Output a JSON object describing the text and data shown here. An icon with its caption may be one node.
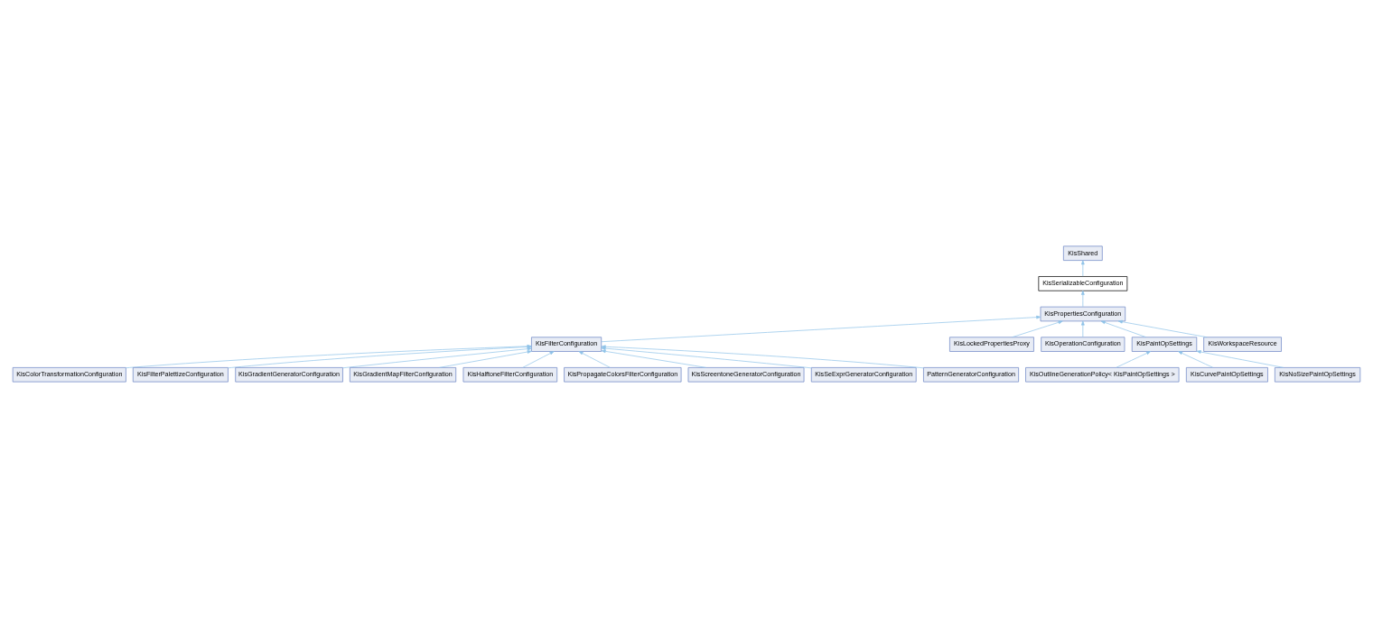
{
  "diagram": {
    "nodes": [
      {
        "text": [
          "KisShared"
        ]
      },
      {
        "text": [
          "KisSerializableConfiguration"
        ]
      },
      {
        "text": [
          "KisPropertiesConfiguration"
        ]
      },
      {
        "text": [
          "KisFilterConfiguration"
        ]
      },
      {
        "text": [
          "KisLockedPropertiesProxy"
        ]
      },
      {
        "text": [
          "KisOperationConfiguration"
        ]
      },
      {
        "text": [
          "KisPaintOpSettings"
        ]
      },
      {
        "text": [
          "KisWorkspaceResource"
        ]
      },
      {
        "text": [
          "KisColorTransformationConfiguration"
        ]
      },
      {
        "text": [
          "KisFilterPalettizeConfiguration"
        ]
      },
      {
        "text": [
          "KisGradientGeneratorConfiguration"
        ]
      },
      {
        "text": [
          "KisGradientMapFilterConfiguration"
        ]
      },
      {
        "text": [
          "KisHalftoneFilterConfiguration"
        ]
      },
      {
        "text": [
          "KisPropagateColorsFilterConfiguration"
        ]
      },
      {
        "text": [
          "KisScreentoneGeneratorConfiguration"
        ]
      },
      {
        "text": [
          "KisSeExprGeneratorConfiguration"
        ]
      },
      {
        "text": [
          "PatternGeneratorConfiguration"
        ]
      },
      {
        "text": [
          "KisOutlineGenerationPolicy< KisPaintOpSettings >"
        ]
      },
      {
        "text": [
          "KisCurvePaintOpSettings"
        ]
      },
      {
        "text": [
          "KisNoSizePaintOpSettings"
        ]
      }
    ],
    "edges": [
      {
        "from": 1,
        "to": 0,
        "arrow": "to"
      },
      {
        "from": 2,
        "to": 1,
        "arrow": "to"
      },
      {
        "from": 3,
        "to": 2,
        "arrow": "to"
      },
      {
        "from": 4,
        "to": 2,
        "arrow": "to"
      },
      {
        "from": 5,
        "to": 2,
        "arrow": "to"
      },
      {
        "from": 6,
        "to": 2,
        "arrow": "to"
      },
      {
        "from": 7,
        "to": 2,
        "arrow": "to"
      },
      {
        "from": 8,
        "to": 3,
        "arrow": "to"
      },
      {
        "from": 9,
        "to": 3,
        "arrow": "to"
      },
      {
        "from": 10,
        "to": 3,
        "arrow": "to"
      },
      {
        "from": 11,
        "to": 3,
        "arrow": "to"
      },
      {
        "from": 12,
        "to": 3,
        "arrow": "to"
      },
      {
        "from": 13,
        "to": 3,
        "arrow": "to"
      },
      {
        "from": 14,
        "to": 3,
        "arrow": "to"
      },
      {
        "from": 15,
        "to": 3,
        "arrow": "to"
      },
      {
        "from": 16,
        "to": 3,
        "arrow": "to"
      },
      {
        "from": 17,
        "to": 6,
        "arrow": "to"
      },
      {
        "from": 18,
        "to": 6,
        "arrow": "to"
      },
      {
        "from": 19,
        "to": 6,
        "arrow": "to"
      }
    ]
  }
}
